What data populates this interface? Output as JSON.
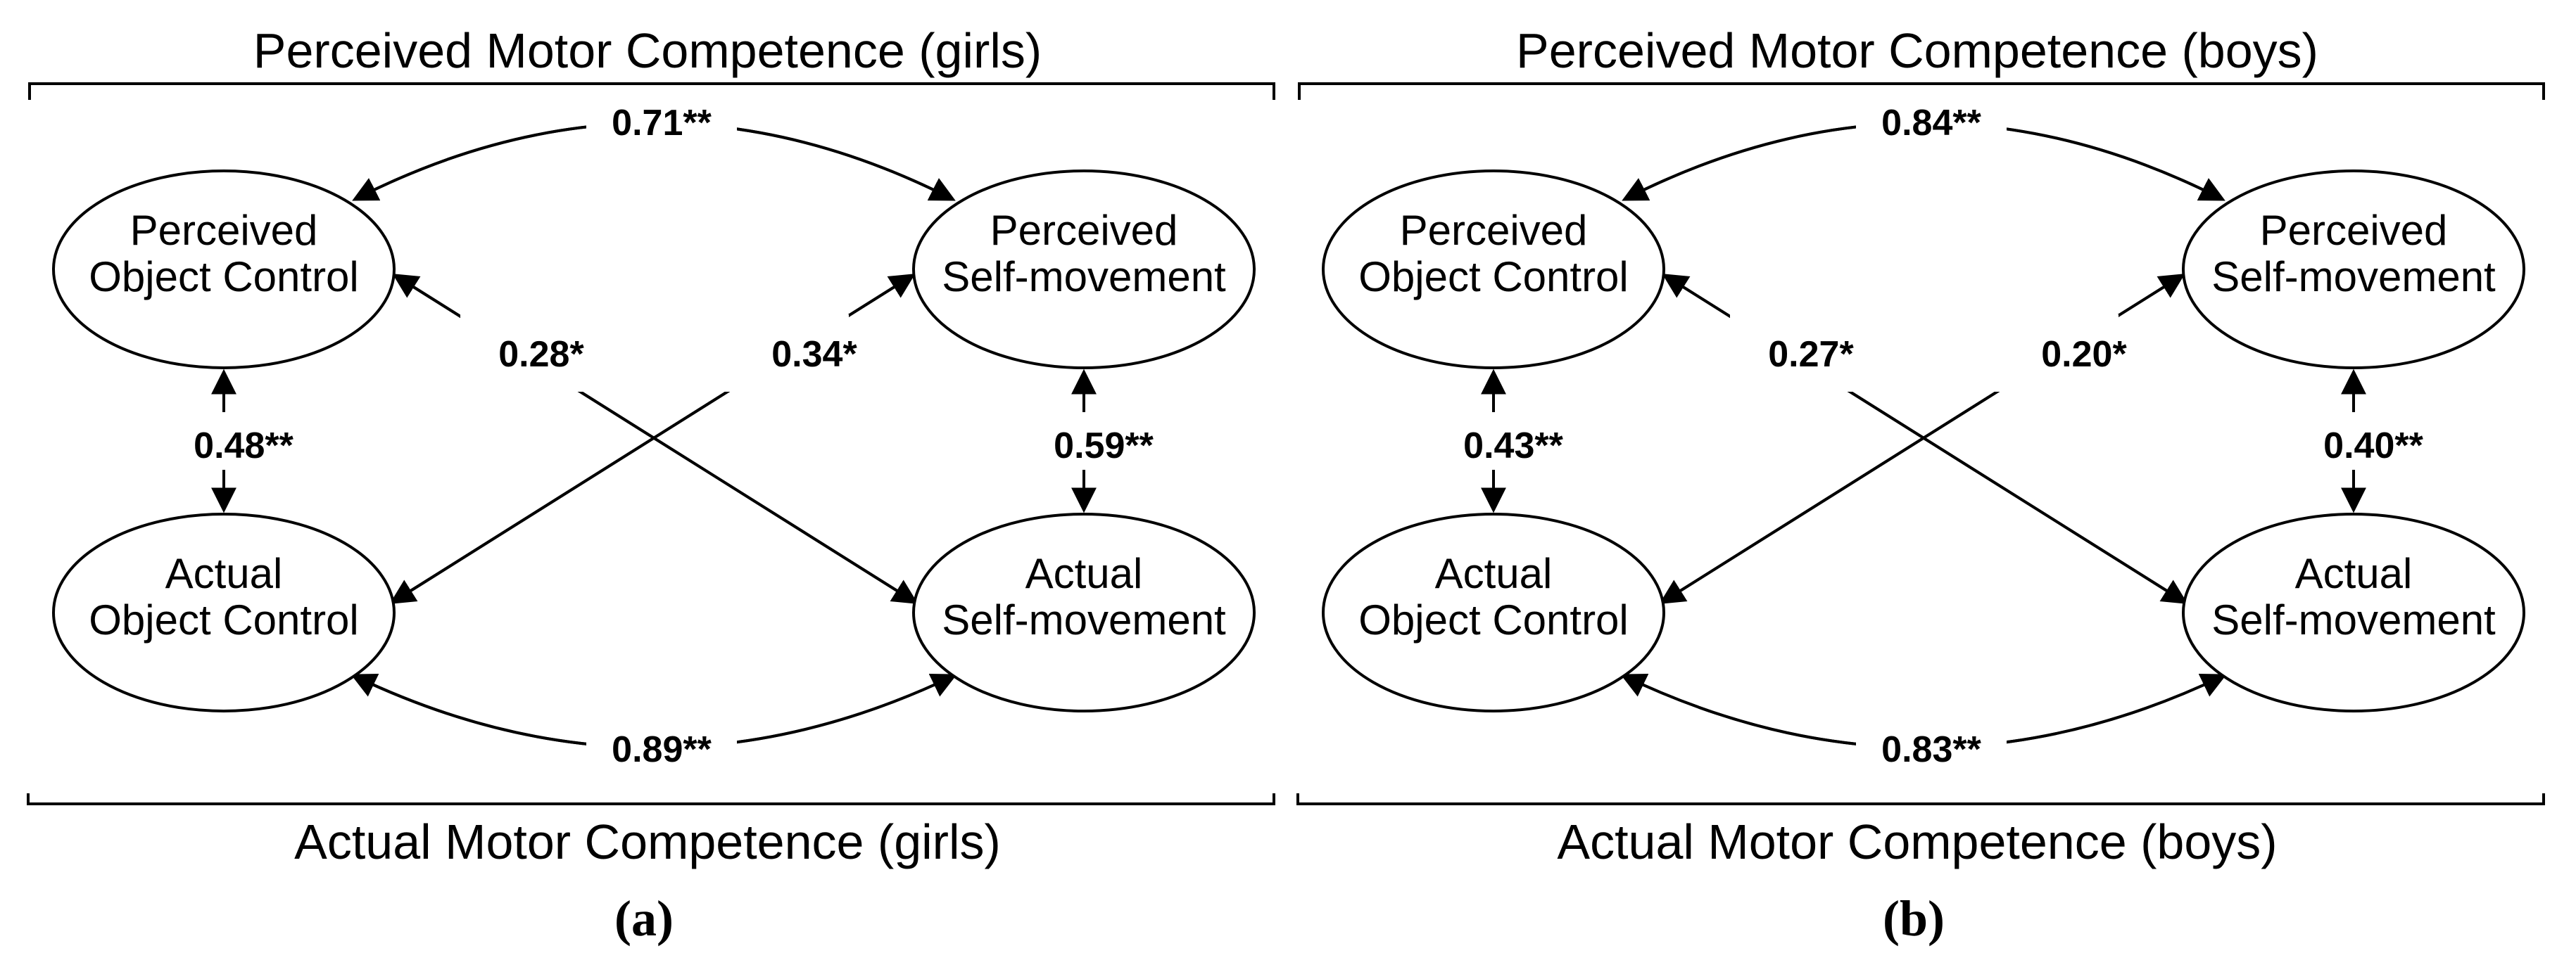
{
  "figure": {
    "background": "#ffffff",
    "ink": "#000000",
    "description": "Correlations between perceived and actual motor competence, separate diagrams for girls (a) and boys (b)"
  },
  "panels": [
    {
      "caption": "(a)",
      "top_title": "Perceived Motor Competence (girls)",
      "bottom_title": "Actual Motor Competence (girls)",
      "nodes": {
        "top_left": {
          "line1": "Perceived",
          "line2": "Object Control"
        },
        "top_right": {
          "line1": "Perceived",
          "line2": "Self-movement"
        },
        "bottom_left": {
          "line1": "Actual",
          "line2": "Object Control"
        },
        "bottom_right": {
          "line1": "Actual",
          "line2": "Self-movement"
        }
      },
      "values": {
        "top_curve": "0.71**",
        "bottom_curve": "0.89**",
        "left_vertical": "0.48**",
        "right_vertical": "0.59**",
        "cross_left": "0.28*",
        "cross_right": "0.34*"
      }
    },
    {
      "caption": "(b)",
      "top_title": "Perceived Motor Competence (boys)",
      "bottom_title": "Actual Motor Competence (boys)",
      "nodes": {
        "top_left": {
          "line1": "Perceived",
          "line2": "Object Control"
        },
        "top_right": {
          "line1": "Perceived",
          "line2": "Self-movement"
        },
        "bottom_left": {
          "line1": "Actual",
          "line2": "Object Control"
        },
        "bottom_right": {
          "line1": "Actual",
          "line2": "Self-movement"
        }
      },
      "values": {
        "top_curve": "0.84**",
        "bottom_curve": "0.83**",
        "left_vertical": "0.43**",
        "right_vertical": "0.40**",
        "cross_left": "0.27*",
        "cross_right": "0.20*"
      }
    }
  ]
}
